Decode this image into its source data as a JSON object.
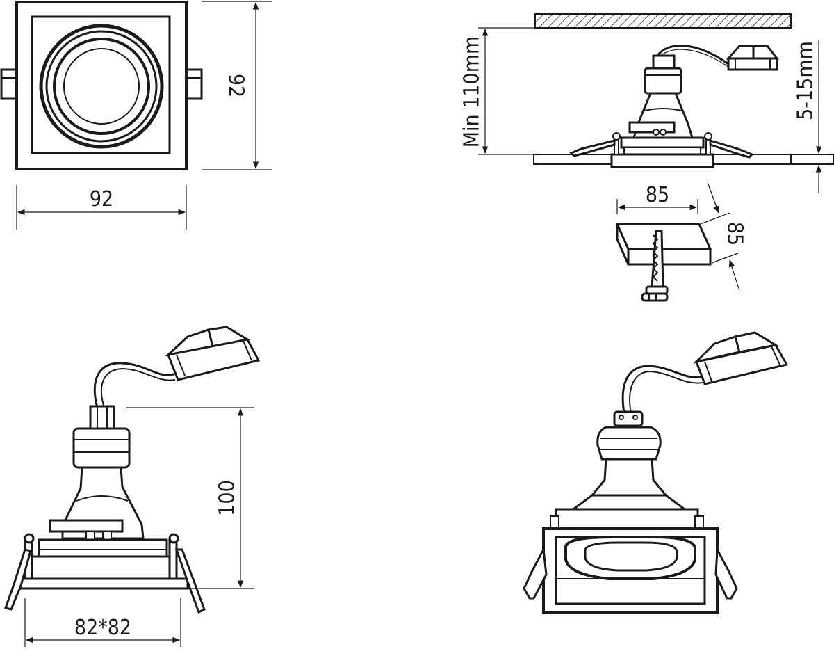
{
  "dimensions": {
    "top_view_height": "92",
    "top_view_width": "92",
    "min_depth": "Min 110mm",
    "ceiling_thickness": "5-15mm",
    "cutout_width": "85",
    "cutout_depth": "85",
    "body_height": "100",
    "base_size": "82*82"
  },
  "colors": {
    "line": "#1a1a1a",
    "background": "#ffffff"
  }
}
